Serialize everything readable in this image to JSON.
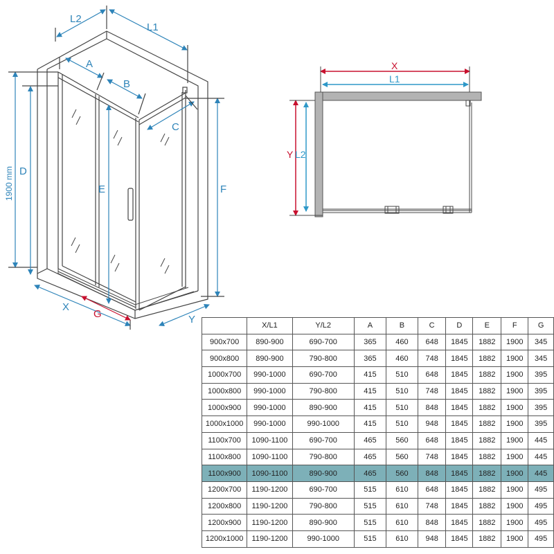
{
  "iso_diagram": {
    "labels": {
      "L2": "L2",
      "L1": "L1",
      "A": "A",
      "B": "B",
      "C": "C",
      "D": "D",
      "E": "E",
      "F": "F",
      "G": "G",
      "X": "X",
      "Y": "Y",
      "height": "1900 mm"
    },
    "colors": {
      "dimension": "#2e84b9",
      "frame": "#444444",
      "glass": "#777777"
    }
  },
  "plan_view": {
    "labels": {
      "X": "X",
      "L1": "L1",
      "Y": "Y",
      "L2": "L2"
    },
    "colors": {
      "red": "#c8102e",
      "blue": "#2e98c8",
      "wall": "#b3b3b3"
    }
  },
  "table": {
    "headers": [
      "",
      "X/L1",
      "Y/L2",
      "A",
      "B",
      "C",
      "D",
      "E",
      "F",
      "G"
    ],
    "highlight_row": "1100x900",
    "highlight_color": "#7db0b8",
    "rows": [
      [
        "900x700",
        "890-900",
        "690-700",
        "365",
        "460",
        "648",
        "1845",
        "1882",
        "1900",
        "345"
      ],
      [
        "900x800",
        "890-900",
        "790-800",
        "365",
        "460",
        "748",
        "1845",
        "1882",
        "1900",
        "345"
      ],
      [
        "1000x700",
        "990-1000",
        "690-700",
        "415",
        "510",
        "648",
        "1845",
        "1882",
        "1900",
        "395"
      ],
      [
        "1000x800",
        "990-1000",
        "790-800",
        "415",
        "510",
        "748",
        "1845",
        "1882",
        "1900",
        "395"
      ],
      [
        "1000x900",
        "990-1000",
        "890-900",
        "415",
        "510",
        "848",
        "1845",
        "1882",
        "1900",
        "395"
      ],
      [
        "1000x1000",
        "990-1000",
        "990-1000",
        "415",
        "510",
        "948",
        "1845",
        "1882",
        "1900",
        "395"
      ],
      [
        "1100x700",
        "1090-1100",
        "690-700",
        "465",
        "560",
        "648",
        "1845",
        "1882",
        "1900",
        "445"
      ],
      [
        "1100x800",
        "1090-1100",
        "790-800",
        "465",
        "560",
        "748",
        "1845",
        "1882",
        "1900",
        "445"
      ],
      [
        "1100x900",
        "1090-1100",
        "890-900",
        "465",
        "560",
        "848",
        "1845",
        "1882",
        "1900",
        "445"
      ],
      [
        "1200x700",
        "1190-1200",
        "690-700",
        "515",
        "610",
        "648",
        "1845",
        "1882",
        "1900",
        "495"
      ],
      [
        "1200x800",
        "1190-1200",
        "790-800",
        "515",
        "610",
        "748",
        "1845",
        "1882",
        "1900",
        "495"
      ],
      [
        "1200x900",
        "1190-1200",
        "890-900",
        "515",
        "610",
        "848",
        "1845",
        "1882",
        "1900",
        "495"
      ],
      [
        "1200x1000",
        "1190-1200",
        "990-1000",
        "515",
        "610",
        "948",
        "1845",
        "1882",
        "1900",
        "495"
      ]
    ]
  }
}
